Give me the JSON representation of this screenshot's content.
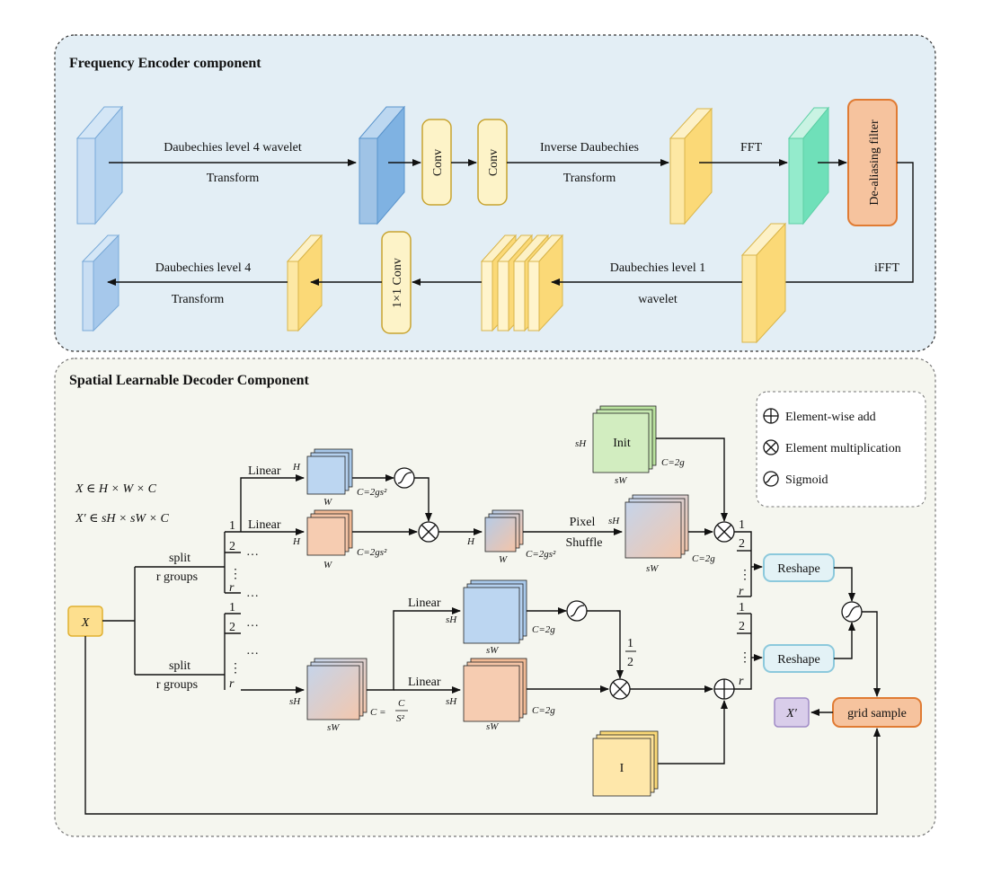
{
  "encoder": {
    "title": "Frequency Encoder component",
    "top_label_1a": "Daubechies  level 4 wavelet",
    "top_label_1b": "Transform",
    "conv1": "Conv",
    "conv2": "Conv",
    "top_label_2a": "Inverse Daubechies",
    "top_label_2b": "Transform",
    "fft": "FFT",
    "dealias": "De-aliasing filter",
    "ifft": "iFFT",
    "bottom_label_1a": "Daubechies level 1",
    "bottom_label_1b": "wavelet",
    "conv1x1": "1×1 Conv",
    "bottom_label_2a": "Daubechies level 4",
    "bottom_label_2b": "Transform"
  },
  "decoder": {
    "title": "Spatial Learnable Decoder Component",
    "eq1": "X ∈ H × W × C",
    "eq2": "X′ ∈ sH × sW × C",
    "x_in": "X",
    "split1a": "split",
    "split1b": "r groups",
    "split2a": "split",
    "split2b": "r groups",
    "idx1": "1",
    "idx2": "2",
    "idx_dots": "⋮",
    "idx_r": "r",
    "ellipsis": "…",
    "linear": "Linear",
    "h": "H",
    "w": "W",
    "sh": "sH",
    "sw": "sW",
    "c_2gs2": "C=2gs²",
    "c_2g": "C=2g",
    "c_frac": "C =",
    "c_frac_num": "C",
    "c_frac_den": "S²",
    "pixel": "Pixel",
    "shuffle": "Shuffle",
    "init": "Init",
    "half_num": "1",
    "half_den": "2",
    "reshape1": "Reshape",
    "reshape2": "Reshape",
    "i_box": "I",
    "grid_sample": "grid sample",
    "x_out": "X′"
  },
  "legend": {
    "add": "Element-wise add",
    "mul": "Element multiplication",
    "sig": "Sigmoid"
  },
  "colors": {
    "enc_bg": "#e3eef5",
    "dec_bg": "#f5f6ef",
    "blue_block": "#9fc3e6",
    "yellow_block": "#fde59a",
    "teal_block": "#8ee8c8",
    "orange_box": "#f6c39e",
    "green_block": "#c6e8b0",
    "salmon_block": "#f6c9ac",
    "reshape_fill": "#e3f2f6",
    "x_fill": "#fddf8e",
    "xout_fill": "#d9cdea"
  }
}
